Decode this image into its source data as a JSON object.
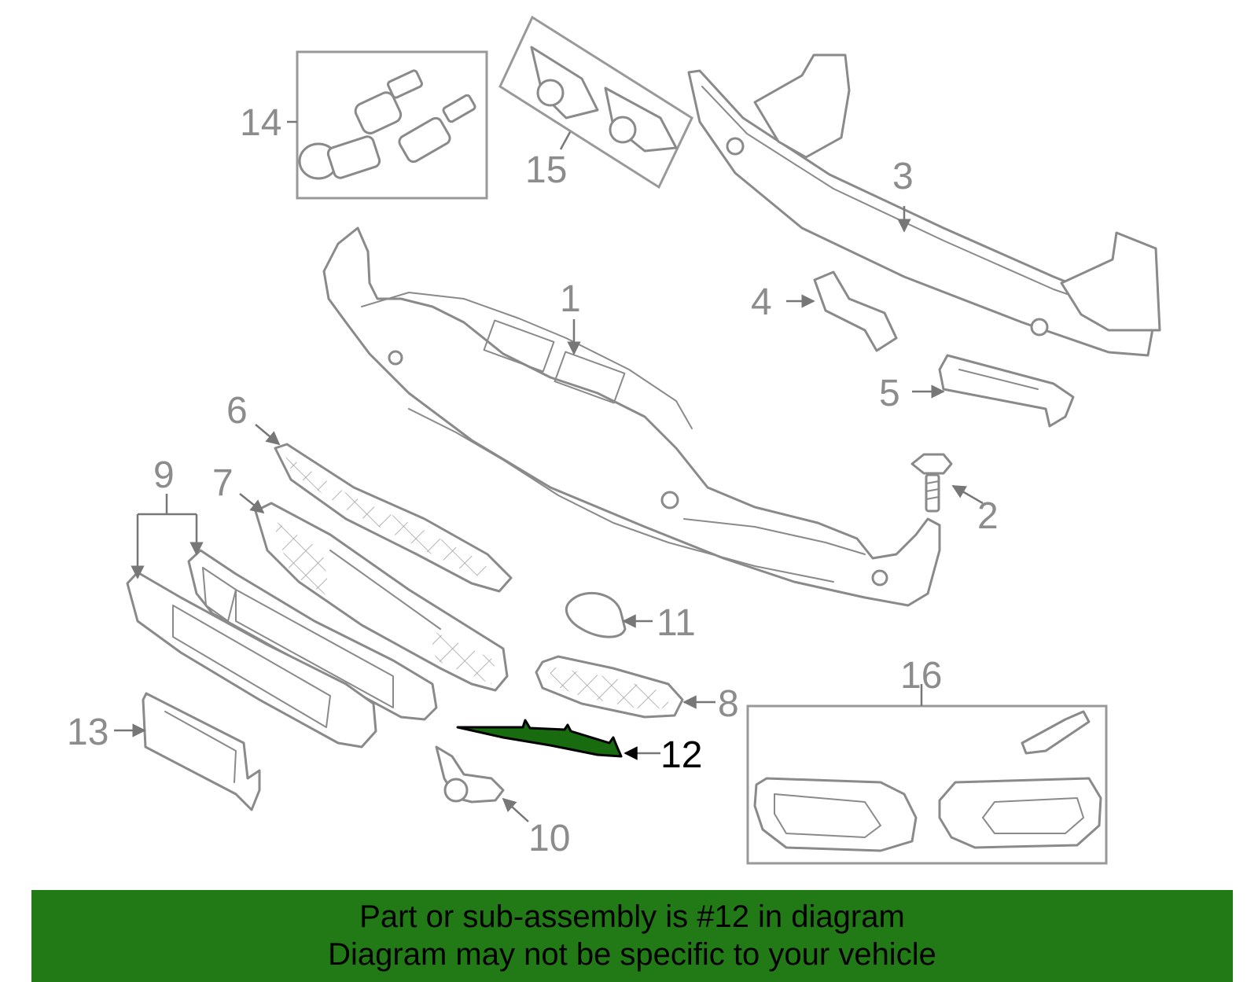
{
  "diagram": {
    "callouts": {
      "c1": "1",
      "c2": "2",
      "c3": "3",
      "c4": "4",
      "c5": "5",
      "c6": "6",
      "c7": "7",
      "c8": "8",
      "c9": "9",
      "c10": "10",
      "c11": "11",
      "c12": "12",
      "c13": "13",
      "c14": "14",
      "c15": "15",
      "c16": "16"
    },
    "highlighted_part": "12",
    "colors": {
      "highlight_fill": "#196b10",
      "outline_gray": "#8a8a8a",
      "banner_green": "#227a16"
    }
  },
  "banner": {
    "line1": "Part or sub-assembly is #12 in diagram",
    "line2": "Diagram may not be specific to your vehicle"
  }
}
